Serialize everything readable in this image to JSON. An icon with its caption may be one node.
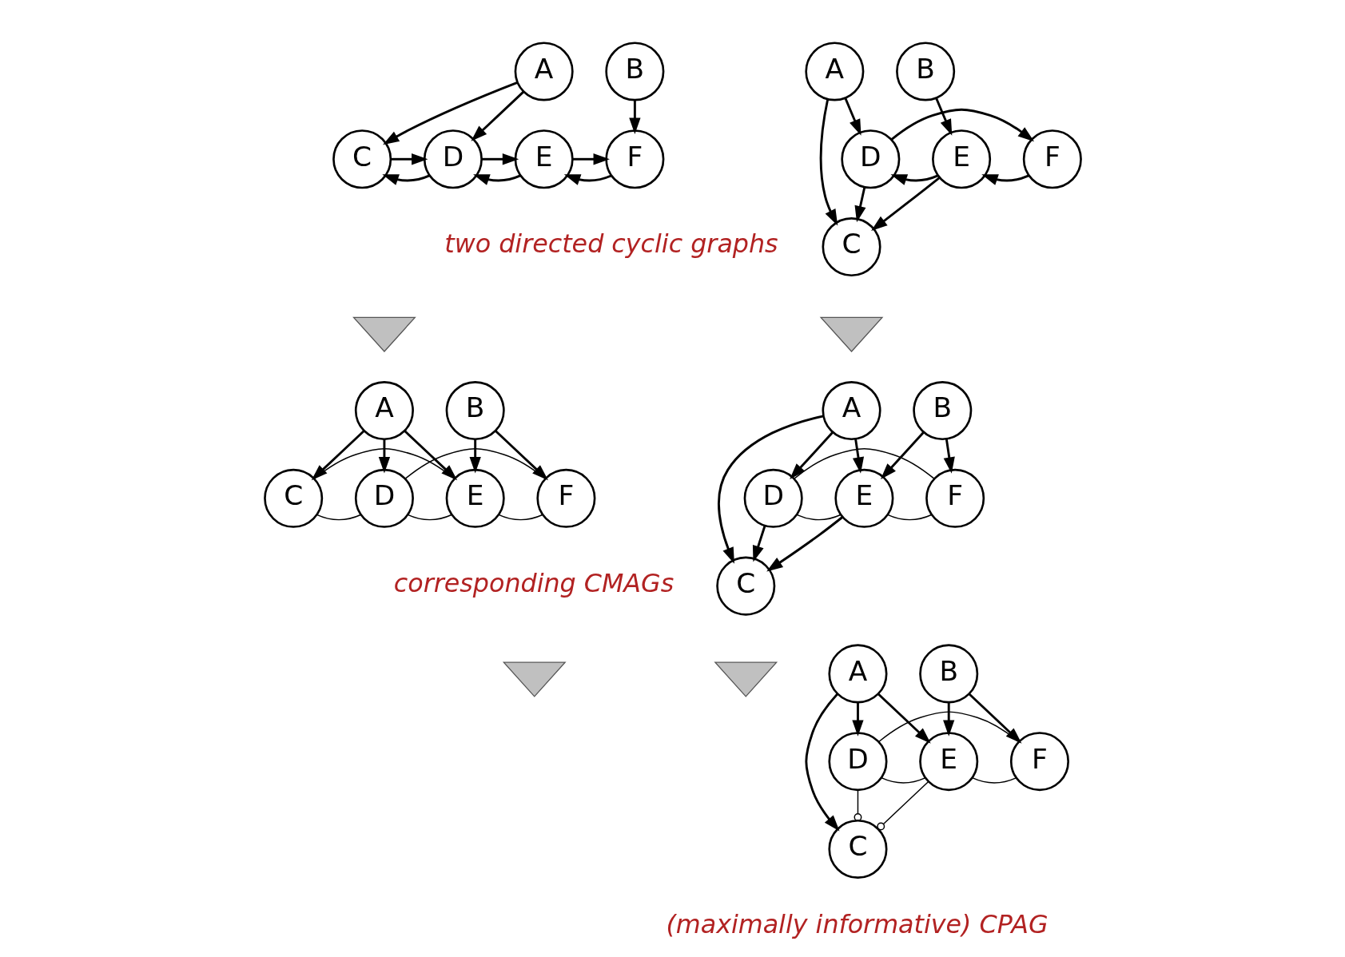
{
  "diagram": {
    "nodes": [
      {
        "text": [
          "A"
        ]
      },
      {
        "text": [
          "B"
        ]
      },
      {
        "text": [
          "C"
        ]
      },
      {
        "text": [
          "D"
        ]
      },
      {
        "text": [
          "E"
        ]
      },
      {
        "text": [
          "F"
        ]
      },
      {
        "text": [
          "A"
        ]
      },
      {
        "text": [
          "B"
        ]
      },
      {
        "text": [
          "C"
        ]
      },
      {
        "text": [
          "D"
        ]
      },
      {
        "text": [
          "E"
        ]
      },
      {
        "text": [
          "F"
        ]
      },
      {
        "text": [
          "A"
        ]
      },
      {
        "text": [
          "B"
        ]
      },
      {
        "text": [
          "C"
        ]
      },
      {
        "text": [
          "D"
        ]
      },
      {
        "text": [
          "E"
        ]
      },
      {
        "text": [
          "F"
        ]
      },
      {
        "text": [
          "A"
        ]
      },
      {
        "text": [
          "B"
        ]
      },
      {
        "text": [
          "C"
        ]
      },
      {
        "text": [
          "D"
        ]
      },
      {
        "text": [
          "E"
        ]
      },
      {
        "text": [
          "F"
        ]
      },
      {
        "text": [
          "A"
        ]
      },
      {
        "text": [
          "B"
        ]
      },
      {
        "text": [
          "C"
        ]
      },
      {
        "text": [
          "D"
        ]
      },
      {
        "text": [
          "E"
        ]
      },
      {
        "text": [
          "F"
        ]
      },
      {
        "text": [],
        "shape": "arrow"
      },
      {
        "text": [],
        "shape": "arrow"
      },
      {
        "text": [],
        "shape": "arrow"
      },
      {
        "text": [],
        "shape": "arrow"
      }
    ],
    "edges": [
      {
        "from": 0,
        "to": 2,
        "arrow": "to"
      },
      {
        "from": 0,
        "to": 3,
        "arrow": "to"
      },
      {
        "from": 1,
        "to": 5,
        "arrow": "to"
      },
      {
        "from": 3,
        "to": 2,
        "arrow": "to"
      },
      {
        "from": 2,
        "to": 3,
        "arrow": "to"
      },
      {
        "from": 4,
        "to": 3,
        "arrow": "to"
      },
      {
        "from": 3,
        "to": 4,
        "arrow": "to"
      },
      {
        "from": 5,
        "to": 4,
        "arrow": "to"
      },
      {
        "from": 4,
        "to": 5,
        "arrow": "to"
      },
      {
        "from": 6,
        "to": 9,
        "arrow": "to"
      },
      {
        "from": 6,
        "to": 8,
        "arrow": "to"
      },
      {
        "from": 7,
        "to": 10,
        "arrow": "to"
      },
      {
        "from": 10,
        "to": 9,
        "arrow": "to"
      },
      {
        "from": 11,
        "to": 10,
        "arrow": "to"
      },
      {
        "from": 9,
        "to": 8,
        "arrow": "to"
      },
      {
        "from": 10,
        "to": 8,
        "arrow": "to"
      },
      {
        "from": 9,
        "to": 11,
        "arrow": "to"
      },
      {
        "from": 12,
        "to": 14,
        "arrow": "to"
      },
      {
        "from": 12,
        "to": 15,
        "arrow": "to"
      },
      {
        "from": 12,
        "to": 16,
        "arrow": "to"
      },
      {
        "from": 13,
        "to": 16,
        "arrow": "to"
      },
      {
        "from": 13,
        "to": 17,
        "arrow": "to"
      },
      {
        "from": 14,
        "to": 15,
        "arrow": "none"
      },
      {
        "from": 15,
        "to": 16,
        "arrow": "none"
      },
      {
        "from": 16,
        "to": 17,
        "arrow": "none"
      },
      {
        "from": 14,
        "to": 16,
        "arrow": "none"
      },
      {
        "from": 15,
        "to": 17,
        "arrow": "none"
      },
      {
        "from": 18,
        "to": 21,
        "arrow": "to"
      },
      {
        "from": 18,
        "to": 20,
        "arrow": "to"
      },
      {
        "from": 18,
        "to": 22,
        "arrow": "to"
      },
      {
        "from": 19,
        "to": 22,
        "arrow": "to"
      },
      {
        "from": 19,
        "to": 23,
        "arrow": "to"
      },
      {
        "from": 21,
        "to": 20,
        "arrow": "to"
      },
      {
        "from": 22,
        "to": 20,
        "arrow": "to"
      },
      {
        "from": 21,
        "to": 22,
        "arrow": "none"
      },
      {
        "from": 22,
        "to": 23,
        "arrow": "none"
      },
      {
        "from": 21,
        "to": 23,
        "arrow": "none"
      },
      {
        "from": 24,
        "to": 28,
        "arrow": "to"
      },
      {
        "from": 24,
        "to": 27,
        "arrow": "to"
      },
      {
        "from": 24,
        "to": 26,
        "arrow": "to"
      },
      {
        "from": 25,
        "to": 28,
        "arrow": "to"
      },
      {
        "from": 25,
        "to": 29,
        "arrow": "to"
      },
      {
        "from": 27,
        "to": 28,
        "arrow": "none"
      },
      {
        "from": 28,
        "to": 29,
        "arrow": "none"
      },
      {
        "from": 27,
        "to": 29,
        "arrow": "none"
      },
      {
        "from": 27,
        "to": 26,
        "arrow": "other"
      },
      {
        "from": 28,
        "to": 26,
        "arrow": "other"
      }
    ],
    "labels": [
      "two directed cyclic graphs",
      "corresponding CMAGs",
      "(maximally informative) CPAG"
    ]
  }
}
